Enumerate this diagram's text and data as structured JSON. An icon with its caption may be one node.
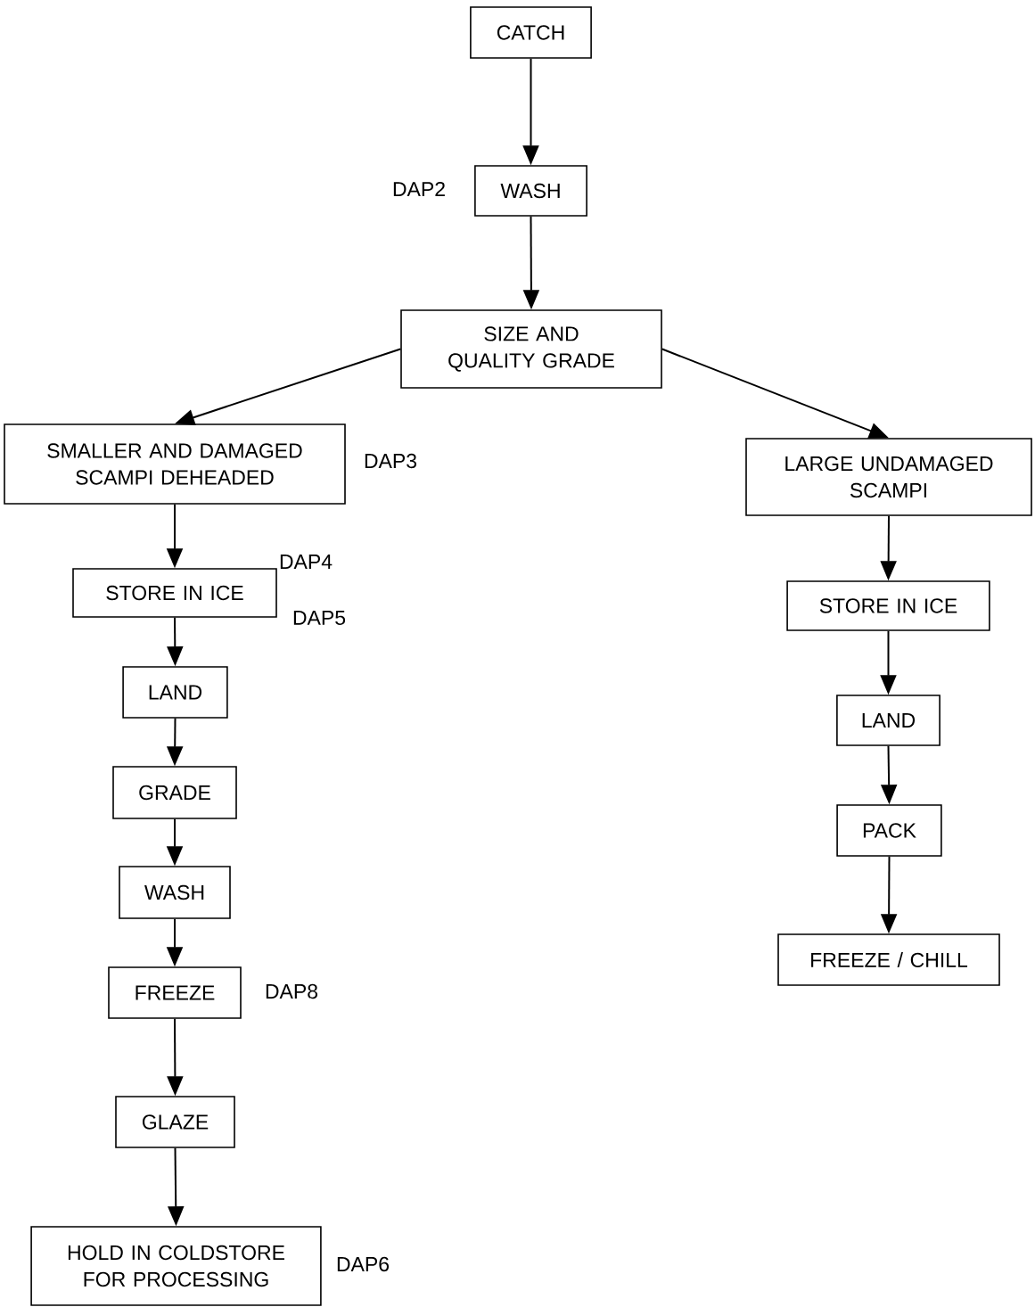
{
  "diagram": {
    "nodes": [
      {
        "text": [
          "CATCH"
        ]
      },
      {
        "text": [
          "WASH"
        ],
        "beside": [
          "DAP2"
        ]
      },
      {
        "text": [
          "SIZE AND QUALITY GRADE"
        ]
      },
      {
        "text": [
          "SMALLER AND DAMAGED SCAMPI DEHEADED"
        ],
        "beside": [
          "DAP3"
        ]
      },
      {
        "text": [
          "STORE IN ICE"
        ],
        "beside": [
          "DAP4",
          "DAP5"
        ]
      },
      {
        "text": [
          "LAND"
        ]
      },
      {
        "text": [
          "GRADE"
        ]
      },
      {
        "text": [
          "WASH"
        ]
      },
      {
        "text": [
          "FREEZE"
        ],
        "beside": [
          "DAP8"
        ]
      },
      {
        "text": [
          "GLAZE"
        ]
      },
      {
        "text": [
          "HOLD IN COLDSTORE FOR PROCESSING"
        ],
        "beside": [
          "DAP6"
        ]
      },
      {
        "text": [
          "LARGE UNDAMAGED SCAMPI"
        ]
      },
      {
        "text": [
          "STORE IN ICE"
        ]
      },
      {
        "text": [
          "LAND"
        ]
      },
      {
        "text": [
          "PACK"
        ]
      },
      {
        "text": [
          "FREEZE / CHILL"
        ]
      }
    ],
    "edges": [
      {
        "from": 0,
        "to": 1,
        "arrow": "to"
      },
      {
        "from": 1,
        "to": 2,
        "arrow": "to"
      },
      {
        "from": 2,
        "to": 3,
        "arrow": "to"
      },
      {
        "from": 2,
        "to": 11,
        "arrow": "to"
      },
      {
        "from": 3,
        "to": 4,
        "arrow": "to"
      },
      {
        "from": 4,
        "to": 5,
        "arrow": "to"
      },
      {
        "from": 5,
        "to": 6,
        "arrow": "to"
      },
      {
        "from": 6,
        "to": 7,
        "arrow": "to"
      },
      {
        "from": 7,
        "to": 8,
        "arrow": "to"
      },
      {
        "from": 8,
        "to": 9,
        "arrow": "to"
      },
      {
        "from": 9,
        "to": 10,
        "arrow": "to"
      },
      {
        "from": 11,
        "to": 12,
        "arrow": "to"
      },
      {
        "from": 12,
        "to": 13,
        "arrow": "to"
      },
      {
        "from": 13,
        "to": 14,
        "arrow": "to"
      },
      {
        "from": 14,
        "to": 15,
        "arrow": "to"
      }
    ]
  }
}
